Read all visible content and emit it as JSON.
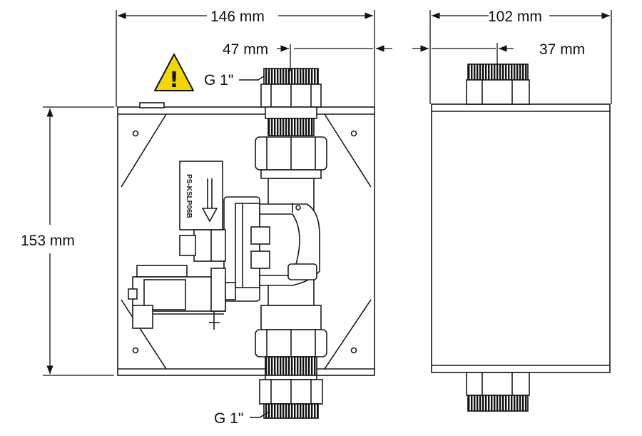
{
  "dimensions": {
    "front_width": "146 mm",
    "height": "153 mm",
    "inlet_offset": "47 mm",
    "side_width": "102 mm",
    "side_inlet_offset": "37 mm"
  },
  "connections": {
    "top": "G 1\"",
    "bottom": "G 1\""
  },
  "valve_label": "PS-KSLP06B",
  "warning_icon": {
    "name": "warning-triangle-icon",
    "glyph": "!",
    "color": "#f2d600"
  },
  "colors": {
    "line": "#1a1a1a",
    "fill": "#ffffff",
    "thread": "#111111"
  }
}
